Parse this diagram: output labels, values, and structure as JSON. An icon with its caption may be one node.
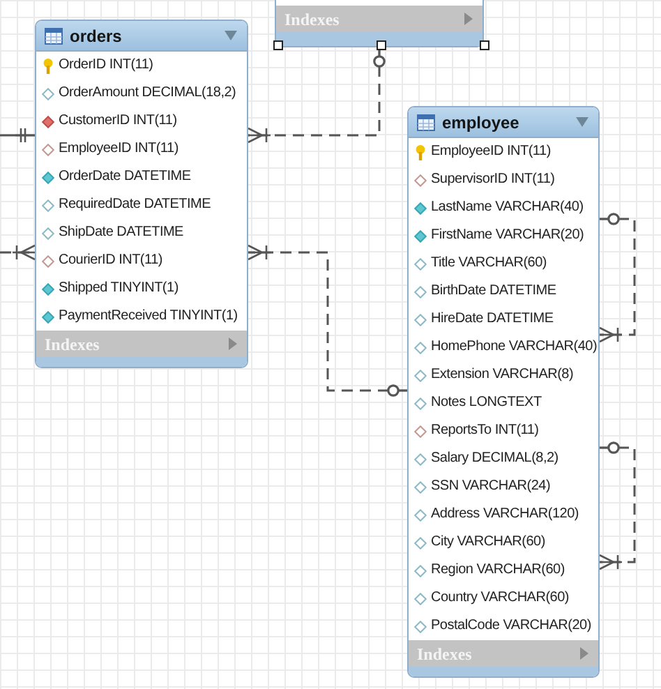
{
  "diagram": {
    "nodes": [
      {
        "text": [
          "Indexes"
        ]
      },
      {
        "text": [
          "orders",
          "OrderID INT(11)",
          "OrderAmount DECIMAL(18,2)",
          "CustomerID INT(11)",
          "EmployeeID INT(11)",
          "OrderDate DATETIME",
          "RequiredDate DATETIME",
          "ShipDate DATETIME",
          "CourierID INT(11)",
          "Shipped TINYINT(1)",
          "PaymentReceived TINYINT(1)",
          "Indexes"
        ]
      },
      {
        "text": [
          "employee",
          "EmployeeID INT(11)",
          "SupervisorID INT(11)",
          "LastName VARCHAR(40)",
          "FirstName VARCHAR(20)",
          "Title VARCHAR(60)",
          "BirthDate DATETIME",
          "HireDate DATETIME",
          "HomePhone VARCHAR(40)",
          "Extension VARCHAR(8)",
          "Notes LONGTEXT",
          "ReportsTo INT(11)",
          "Salary DECIMAL(8,2)",
          "SSN VARCHAR(24)",
          "Address VARCHAR(120)",
          "City VARCHAR(60)",
          "Region VARCHAR(60)",
          "Country VARCHAR(60)",
          "PostalCode VARCHAR(20)",
          "Indexes"
        ]
      }
    ],
    "edges": [
      {
        "from": null,
        "to": 1,
        "arrow": "other"
      },
      {
        "from": null,
        "to": 1,
        "arrow": "other",
        "style": "dashed"
      },
      {
        "from": 0,
        "to": 1,
        "arrow": "other",
        "style": "dashed"
      },
      {
        "from": 2,
        "to": 1,
        "arrow": "other",
        "style": "dashed"
      },
      {
        "from": 2,
        "to": 2,
        "arrow": "other",
        "style": "dashed"
      },
      {
        "from": 2,
        "to": 2,
        "arrow": "other",
        "style": "dashed"
      }
    ]
  }
}
